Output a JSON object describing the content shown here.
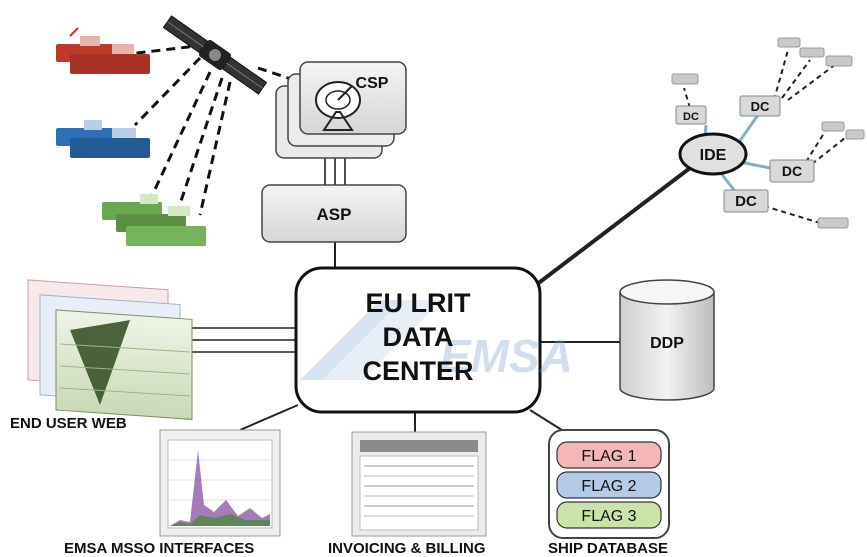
{
  "center": {
    "line1": "EU LRIT",
    "line2": "DATA",
    "line3": "CENTER",
    "watermark": "EMSA"
  },
  "csp": {
    "label": "CSP"
  },
  "asp": {
    "label": "ASP"
  },
  "ide": {
    "label": "IDE"
  },
  "ddp": {
    "label": "DDP"
  },
  "dc_nodes": [
    {
      "label": "DC"
    },
    {
      "label": "DC"
    },
    {
      "label": "DC"
    },
    {
      "label": "DC"
    }
  ],
  "flags": [
    {
      "label": "FLAG 1"
    },
    {
      "label": "FLAG 2"
    },
    {
      "label": "FLAG 3"
    }
  ],
  "captions": {
    "end_user_web": "END USER WEB",
    "emsa_msso": "EMSA MSSO INTERFACES",
    "invoicing": "INVOICING & BILLING",
    "ship_db": "SHIP DATABASE"
  },
  "colors": {
    "ship_red": "#c0392b",
    "ship_blue": "#2e6fb5",
    "ship_green": "#6aa84f",
    "flag1": "#f4b6b6",
    "flag2": "#b4cbe8",
    "flag3": "#c9e3a8",
    "node_fill": "#e8e8e8",
    "connector": "#7fb2c9"
  }
}
